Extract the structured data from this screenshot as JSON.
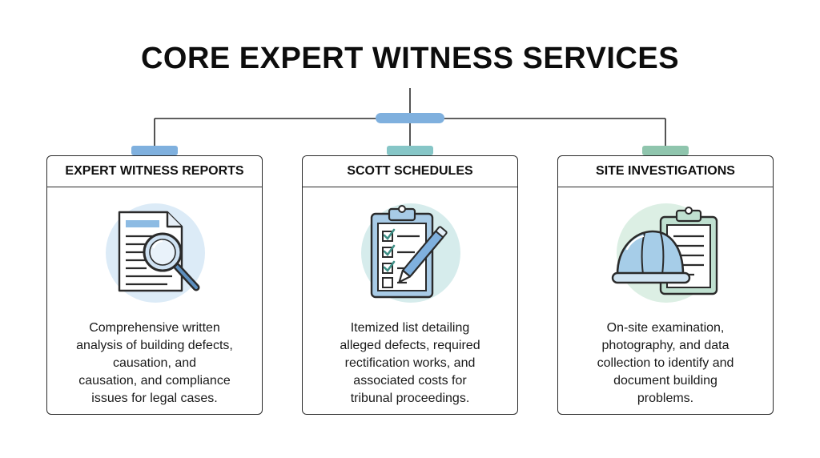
{
  "title": "CORE EXPERT WITNESS SERVICES",
  "colors": {
    "blue_tab": "#7fb0de",
    "teal_tab": "#86c6c7",
    "green_tab": "#8fc5ad",
    "blue_circle": "#dcebf7",
    "teal_circle": "#d6ecec",
    "green_circle": "#dcefe4",
    "outline": "#2a2a2a"
  },
  "cards": [
    {
      "heading": "EXPERT WITNESS REPORTS",
      "icon": "document-magnifier-icon",
      "lines": [
        "Comprehensive written",
        "analysis of building defects,",
        "causation, and",
        "causation, and compliance",
        "issues for legal cases."
      ]
    },
    {
      "heading": "SCOTT SCHEDULES",
      "icon": "clipboard-checklist-pen-icon",
      "lines": [
        "Itemized list detailing",
        "alleged defects, required",
        "rectification works, and",
        "associated costs for",
        "tribunal proceedings."
      ]
    },
    {
      "heading": "SITE INVESTIGATIONS",
      "icon": "hard-hat-clipboard-icon",
      "lines": [
        "On-site examination,",
        "photography, and data",
        "collection to identify and",
        "document building",
        "problems."
      ]
    }
  ]
}
